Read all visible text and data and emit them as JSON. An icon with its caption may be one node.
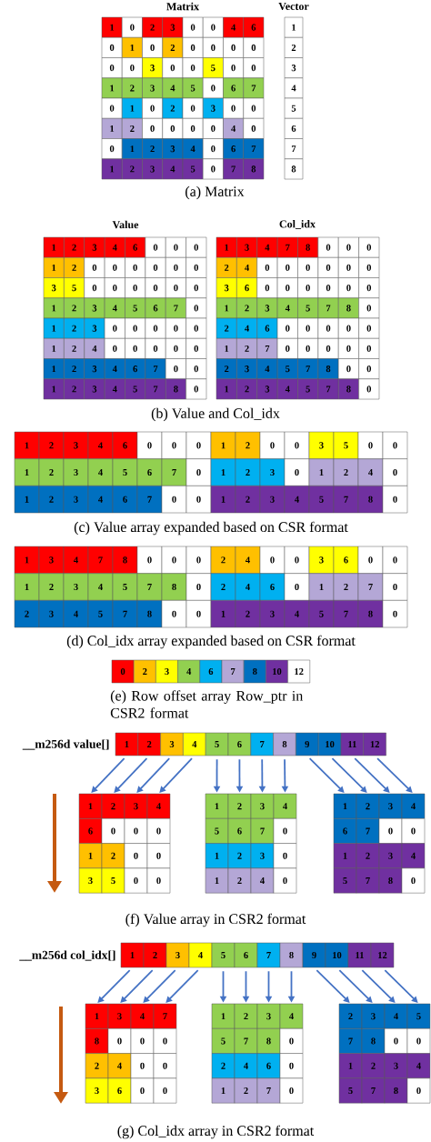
{
  "diagram": {
    "nodes": [
      {
        "text": [
          "1"
        ]
      },
      {
        "text": [
          "2"
        ]
      },
      {
        "text": [
          "3"
        ]
      },
      {
        "text": [
          "4"
        ]
      },
      {
        "text": [
          "5"
        ]
      },
      {
        "text": [
          "6"
        ]
      },
      {
        "text": [
          "7"
        ]
      },
      {
        "text": [
          "8"
        ]
      },
      {
        "text": [
          "9"
        ]
      },
      {
        "text": [
          "10"
        ]
      },
      {
        "text": [
          "11"
        ]
      },
      {
        "text": [
          "12"
        ]
      },
      {
        "text": [
          "1"
        ]
      },
      {
        "text": [
          "2"
        ]
      },
      {
        "text": [
          "3"
        ]
      },
      {
        "text": [
          "4"
        ]
      },
      {
        "text": [
          "6"
        ]
      },
      {
        "text": [
          "0"
        ]
      },
      {
        "text": [
          "0"
        ]
      },
      {
        "text": [
          "0"
        ]
      },
      {
        "text": [
          "1"
        ]
      },
      {
        "text": [
          "2"
        ]
      },
      {
        "text": [
          "0"
        ]
      },
      {
        "text": [
          "0"
        ]
      },
      {
        "text": [
          "3"
        ]
      },
      {
        "text": [
          "5"
        ]
      },
      {
        "text": [
          "0"
        ]
      },
      {
        "text": [
          "0"
        ]
      },
      {
        "text": [
          "1"
        ]
      },
      {
        "text": [
          "2"
        ]
      },
      {
        "text": [
          "3"
        ]
      },
      {
        "text": [
          "4"
        ]
      },
      {
        "text": [
          "5"
        ]
      },
      {
        "text": [
          "6"
        ]
      },
      {
        "text": [
          "7"
        ]
      },
      {
        "text": [
          "0"
        ]
      },
      {
        "text": [
          "1"
        ]
      },
      {
        "text": [
          "2"
        ]
      },
      {
        "text": [
          "3"
        ]
      },
      {
        "text": [
          "0"
        ]
      },
      {
        "text": [
          "1"
        ]
      },
      {
        "text": [
          "2"
        ]
      },
      {
        "text": [
          "4"
        ]
      },
      {
        "text": [
          "0"
        ]
      },
      {
        "text": [
          "1"
        ]
      },
      {
        "text": [
          "2"
        ]
      },
      {
        "text": [
          "3"
        ]
      },
      {
        "text": [
          "4"
        ]
      },
      {
        "text": [
          "6"
        ]
      },
      {
        "text": [
          "7"
        ]
      },
      {
        "text": [
          "0"
        ]
      },
      {
        "text": [
          "0"
        ]
      },
      {
        "text": [
          "1"
        ]
      },
      {
        "text": [
          "2"
        ]
      },
      {
        "text": [
          "3"
        ]
      },
      {
        "text": [
          "4"
        ]
      },
      {
        "text": [
          "5"
        ]
      },
      {
        "text": [
          "7"
        ]
      },
      {
        "text": [
          "8"
        ]
      },
      {
        "text": [
          "0"
        ]
      },
      {
        "text": [
          "1"
        ]
      },
      {
        "text": [
          "2"
        ]
      },
      {
        "text": [
          "3"
        ]
      },
      {
        "text": [
          "4"
        ]
      },
      {
        "text": [
          "5"
        ]
      },
      {
        "text": [
          "6"
        ]
      },
      {
        "text": [
          "7"
        ]
      },
      {
        "text": [
          "8"
        ]
      },
      {
        "text": [
          "9"
        ]
      },
      {
        "text": [
          "10"
        ]
      },
      {
        "text": [
          "11"
        ]
      },
      {
        "text": [
          "12"
        ]
      },
      {
        "text": [
          "1"
        ]
      },
      {
        "text": [
          "3"
        ]
      },
      {
        "text": [
          "4"
        ]
      },
      {
        "text": [
          "7"
        ]
      },
      {
        "text": [
          "8"
        ]
      },
      {
        "text": [
          "0"
        ]
      },
      {
        "text": [
          "0"
        ]
      },
      {
        "text": [
          "0"
        ]
      },
      {
        "text": [
          "2"
        ]
      },
      {
        "text": [
          "4"
        ]
      },
      {
        "text": [
          "0"
        ]
      },
      {
        "text": [
          "0"
        ]
      },
      {
        "text": [
          "3"
        ]
      },
      {
        "text": [
          "6"
        ]
      },
      {
        "text": [
          "0"
        ]
      },
      {
        "text": [
          "0"
        ]
      },
      {
        "text": [
          "1"
        ]
      },
      {
        "text": [
          "2"
        ]
      },
      {
        "text": [
          "3"
        ]
      },
      {
        "text": [
          "4"
        ]
      },
      {
        "text": [
          "5"
        ]
      },
      {
        "text": [
          "7"
        ]
      },
      {
        "text": [
          "8"
        ]
      },
      {
        "text": [
          "0"
        ]
      },
      {
        "text": [
          "2"
        ]
      },
      {
        "text": [
          "4"
        ]
      },
      {
        "text": [
          "6"
        ]
      },
      {
        "text": [
          "0"
        ]
      },
      {
        "text": [
          "1"
        ]
      },
      {
        "text": [
          "2"
        ]
      },
      {
        "text": [
          "7"
        ]
      },
      {
        "text": [
          "0"
        ]
      },
      {
        "text": [
          "2"
        ]
      },
      {
        "text": [
          "3"
        ]
      },
      {
        "text": [
          "4"
        ]
      },
      {
        "text": [
          "5"
        ]
      },
      {
        "text": [
          "7"
        ]
      },
      {
        "text": [
          "8"
        ]
      },
      {
        "text": [
          "0"
        ]
      },
      {
        "text": [
          "0"
        ]
      },
      {
        "text": [
          "1"
        ]
      },
      {
        "text": [
          "2"
        ]
      },
      {
        "text": [
          "3"
        ]
      },
      {
        "text": [
          "4"
        ]
      },
      {
        "text": [
          "5"
        ]
      },
      {
        "text": [
          "7"
        ]
      },
      {
        "text": [
          "8"
        ]
      },
      {
        "text": [
          "0"
        ]
      }
    ],
    "edges": [
      {
        "from": 0,
        "to": 12,
        "arrow": "to"
      },
      {
        "from": 1,
        "to": 13,
        "arrow": "to"
      },
      {
        "from": 2,
        "to": 14,
        "arrow": "to"
      },
      {
        "from": 3,
        "to": 15,
        "arrow": "to"
      },
      {
        "from": 4,
        "to": 28,
        "arrow": "to"
      },
      {
        "from": 5,
        "to": 29,
        "arrow": "to"
      },
      {
        "from": 6,
        "to": 30,
        "arrow": "to"
      },
      {
        "from": 7,
        "to": 31,
        "arrow": "to"
      },
      {
        "from": 8,
        "to": 44,
        "arrow": "to"
      },
      {
        "from": 9,
        "to": 45,
        "arrow": "to"
      },
      {
        "from": 10,
        "to": 46,
        "arrow": "to"
      },
      {
        "from": 11,
        "to": 47,
        "arrow": "to"
      },
      {
        "from": 60,
        "to": 72,
        "arrow": "to"
      },
      {
        "from": 61,
        "to": 73,
        "arrow": "to"
      },
      {
        "from": 62,
        "to": 74,
        "arrow": "to"
      },
      {
        "from": 63,
        "to": 75,
        "arrow": "to"
      },
      {
        "from": 64,
        "to": 88,
        "arrow": "to"
      },
      {
        "from": 65,
        "to": 89,
        "arrow": "to"
      },
      {
        "from": 66,
        "to": 90,
        "arrow": "to"
      },
      {
        "from": 67,
        "to": 91,
        "arrow": "to"
      },
      {
        "from": 68,
        "to": 104,
        "arrow": "to"
      },
      {
        "from": 69,
        "to": 105,
        "arrow": "to"
      },
      {
        "from": 70,
        "to": 106,
        "arrow": "to"
      },
      {
        "from": 71,
        "to": 107,
        "arrow": "to"
      }
    ],
    "labels": [
      "Matrix",
      "Vector",
      "1",
      "0",
      "2",
      "3",
      "0",
      "0",
      "4",
      "6",
      "1",
      "0",
      "1",
      "0",
      "2",
      "0",
      "0",
      "0",
      "0",
      "2",
      "0",
      "0",
      "3",
      "0",
      "0",
      "5",
      "0",
      "0",
      "3",
      "1",
      "2",
      "3",
      "4",
      "5",
      "0",
      "6",
      "7",
      "4",
      "0",
      "1",
      "0",
      "2",
      "0",
      "3",
      "0",
      "0",
      "5",
      "1",
      "2",
      "0",
      "0",
      "0",
      "0",
      "4",
      "0",
      "6",
      "0",
      "1",
      "2",
      "3",
      "4",
      "0",
      "6",
      "7",
      "7",
      "1",
      "2",
      "3",
      "4",
      "5",
      "0",
      "7",
      "8",
      "8",
      "(a) Matrix",
      "Value",
      "Col_idx",
      "1",
      "2",
      "3",
      "4",
      "6",
      "0",
      "0",
      "0",
      "1",
      "3",
      "4",
      "7",
      "8",
      "0",
      "0",
      "0",
      "1",
      "2",
      "0",
      "0",
      "0",
      "0",
      "0",
      "0",
      "2",
      "4",
      "0",
      "0",
      "0",
      "0",
      "0",
      "0",
      "3",
      "5",
      "0",
      "0",
      "0",
      "0",
      "0",
      "0",
      "3",
      "6",
      "0",
      "0",
      "0",
      "0",
      "0",
      "0",
      "1",
      "2",
      "3",
      "4",
      "5",
      "6",
      "7",
      "0",
      "1",
      "2",
      "3",
      "4",
      "5",
      "7",
      "8",
      "0",
      "1",
      "2",
      "3",
      "0",
      "0",
      "0",
      "0",
      "0",
      "2",
      "4",
      "6",
      "0",
      "0",
      "0",
      "0",
      "0",
      "1",
      "2",
      "4",
      "0",
      "0",
      "0",
      "0",
      "0",
      "1",
      "2",
      "7",
      "0",
      "0",
      "0",
      "0",
      "0",
      "1",
      "2",
      "3",
      "4",
      "6",
      "7",
      "0",
      "0",
      "2",
      "3",
      "4",
      "5",
      "7",
      "8",
      "0",
      "0",
      "1",
      "2",
      "3",
      "4",
      "5",
      "7",
      "8",
      "0",
      "1",
      "2",
      "3",
      "4",
      "5",
      "7",
      "8",
      "0",
      "(b) Value and Col_idx",
      "1",
      "2",
      "3",
      "4",
      "6",
      "0",
      "0",
      "0",
      "1",
      "2",
      "0",
      "0",
      "3",
      "5",
      "0",
      "0",
      "1",
      "2",
      "3",
      "4",
      "5",
      "6",
      "7",
      "0",
      "1",
      "2",
      "3",
      "0",
      "1",
      "2",
      "4",
      "0",
      "1",
      "2",
      "3",
      "4",
      "6",
      "7",
      "0",
      "0",
      "1",
      "2",
      "3",
      "4",
      "5",
      "7",
      "8",
      "0",
      "(c) Value array expanded based on CSR format",
      "1",
      "3",
      "4",
      "7",
      "8",
      "0",
      "0",
      "0",
      "2",
      "4",
      "0",
      "0",
      "3",
      "6",
      "0",
      "0",
      "1",
      "2",
      "3",
      "4",
      "5",
      "7",
      "8",
      "0",
      "2",
      "4",
      "6",
      "0",
      "1",
      "2",
      "7",
      "0",
      "2",
      "3",
      "4",
      "5",
      "7",
      "8",
      "0",
      "0",
      "1",
      "2",
      "3",
      "4",
      "5",
      "7",
      "8",
      "0",
      "(d) Col_idx array expanded based on CSR format",
      "0",
      "2",
      "3",
      "4",
      "6",
      "7",
      "8",
      "10",
      "12",
      "(e) Row offset array Row_ptr in CSR2 format",
      "__m256d value[]",
      "(f) Value array in CSR2 format",
      "__m256d col_idx[]",
      "(g) Col_idx array in CSR2 format"
    ]
  }
}
